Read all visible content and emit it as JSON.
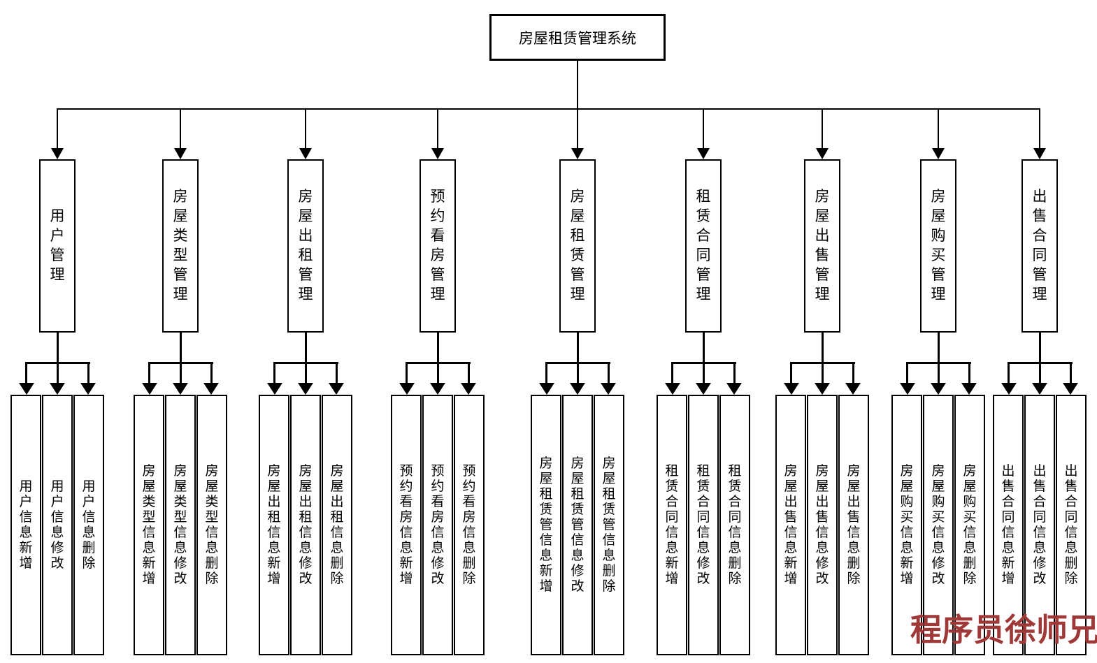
{
  "diagram": {
    "root": "房屋租赁管理系统",
    "branches": [
      {
        "label": "用户管理",
        "children": [
          "用户信息新增",
          "用户信息修改",
          "用户信息删除"
        ]
      },
      {
        "label": "房屋类型管理",
        "children": [
          "房屋类型信息新增",
          "房屋类型信息修改",
          "房屋类型信息删除"
        ]
      },
      {
        "label": "房屋出租管理",
        "children": [
          "房屋出租信息新增",
          "房屋出租信息修改",
          "房屋出租信息删除"
        ]
      },
      {
        "label": "预约看房管理",
        "children": [
          "预约看房信息新增",
          "预约看房信息修改",
          "预约看房信息删除"
        ]
      },
      {
        "label": "房屋租赁管理",
        "children": [
          "房屋租赁管信息新增",
          "房屋租赁管信息修改",
          "房屋租赁管信息删除"
        ]
      },
      {
        "label": "租赁合同管理",
        "children": [
          "租赁合同信息新增",
          "租赁合同信息修改",
          "租赁合同信息删除"
        ]
      },
      {
        "label": "房屋出售管理",
        "children": [
          "房屋出售信息新增",
          "房屋出售信息修改",
          "房屋出售信息删除"
        ]
      },
      {
        "label": "房屋购买管理",
        "children": [
          "房屋购买信息新增",
          "房屋购买信息修改",
          "房屋购买信息删除"
        ]
      },
      {
        "label": "出售合同管理",
        "children": [
          "出售合同信息新增",
          "出售合同信息修改",
          "出售合同信息删除"
        ]
      }
    ],
    "watermark": "程序员徐师兄",
    "colors": {
      "line": "#000000",
      "background": "#ffffff",
      "watermark": "#9e3937"
    }
  }
}
